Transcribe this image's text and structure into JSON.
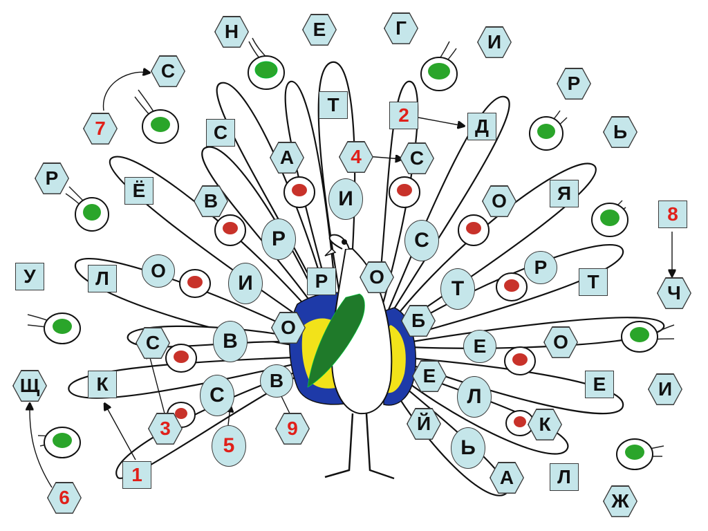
{
  "tiles": {
    "t01": "Н",
    "t02": "Е",
    "t03": "Г",
    "t04": "И",
    "t05": "С",
    "t06": "Т",
    "t07": "Р",
    "t08": "2",
    "t09": "Д",
    "t10": "7",
    "t11": "С",
    "t12": "Ь",
    "t13": "А",
    "t14": "4",
    "t15": "С",
    "t16": "Р",
    "t17": "Ё",
    "t18": "В",
    "t19": "И",
    "t20": "О",
    "t21": "Я",
    "t22": "8",
    "t23": "Р",
    "t24": "С",
    "t25": "У",
    "t26": "Л",
    "t27": "О",
    "t28": "И",
    "t29": "Р",
    "t30": "О",
    "t31": "Т",
    "t32": "Р",
    "t33": "Т",
    "t34": "Ч",
    "t35": "О",
    "t36": "Б",
    "t37": "С",
    "t38": "В",
    "t39": "Е",
    "t40": "О",
    "t41": "Щ",
    "t42": "К",
    "t43": "С",
    "t44": "В",
    "t45": "Е",
    "t46": "Л",
    "t47": "Е",
    "t48": "И",
    "t49": "3",
    "t50": "5",
    "t51": "9",
    "t52": "Й",
    "t53": "К",
    "t54": "Ь",
    "t55": "1",
    "t56": "А",
    "t57": "Л",
    "t58": "6",
    "t59": "Ж"
  },
  "colors": {
    "tile_fill": "#c5e6ea",
    "number_text": "#e0201a",
    "letter_text": "#111111",
    "eye_green": "#2aa52a",
    "eye_red": "#c8322a",
    "body_green": "#1f7a2a",
    "body_blue": "#1e3aa8",
    "body_yellow": "#f2e21a"
  }
}
